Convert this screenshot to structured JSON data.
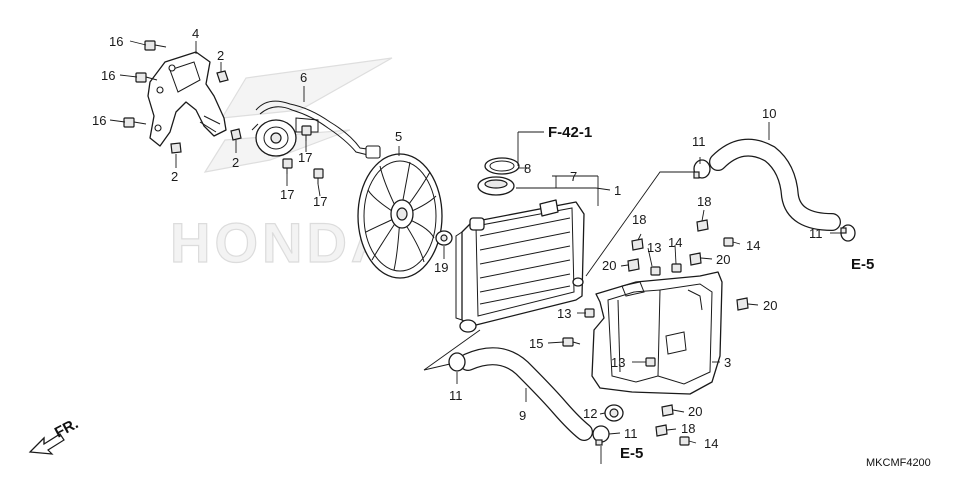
{
  "callouts": {
    "c1": "1",
    "c2a": "2",
    "c2b": "2",
    "c2c": "2",
    "c3": "3",
    "c4": "4",
    "c5": "5",
    "c6": "6",
    "c7": "7",
    "c8": "8",
    "c9": "9",
    "c10": "10",
    "c11a": "11",
    "c11b": "11",
    "c11c": "11",
    "c11d": "11",
    "c12": "12",
    "c13a": "13",
    "c13b": "13",
    "c13c": "13",
    "c14a": "14",
    "c14b": "14",
    "c14c": "14",
    "c15": "15",
    "c16a": "16",
    "c16b": "16",
    "c16c": "16",
    "c17a": "17",
    "c17b": "17",
    "c17c": "17",
    "c18a": "18",
    "c18b": "18",
    "c18c": "18",
    "c19": "19",
    "c20a": "20",
    "c20b": "20",
    "c20c": "20",
    "c20d": "20"
  },
  "references": {
    "f42": "F-42-1",
    "e5_right": "E-5",
    "e5_bottom": "E-5",
    "front": "FR."
  },
  "watermark": "HONDA",
  "diagram_code": "MKCMF4200"
}
